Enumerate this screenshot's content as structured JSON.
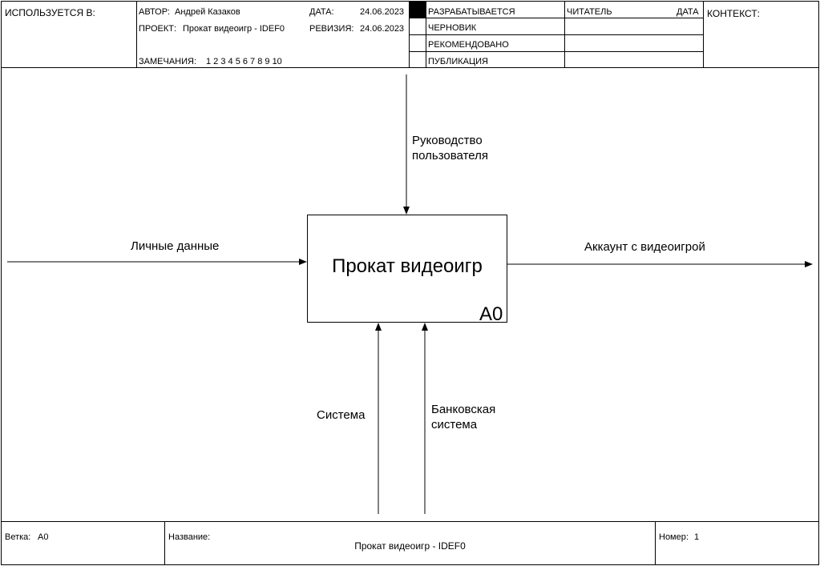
{
  "header": {
    "used_in_label": "ИСПОЛЬЗУЕТСЯ В:",
    "author_label": "АВТОР:",
    "author_value": "Андрей Казаков",
    "date_label": "ДАТА:",
    "date_value": "24.06.2023",
    "project_label": "ПРОЕКТ:",
    "project_value": "Прокат видеоигр - IDEF0",
    "revision_label": "РЕВИЗИЯ:",
    "revision_value": "24.06.2023",
    "notes_label": "ЗАМЕЧАНИЯ:",
    "notes_value": "1 2 3 4 5 6 7 8 9 10",
    "status": [
      "РАЗРАБАТЫВАЕТСЯ",
      "ЧЕРНОВИК",
      "РЕКОМЕНДОВАНО",
      "ПУБЛИКАЦИЯ"
    ],
    "active_status_index": 0,
    "reader_label": "ЧИТАТЕЛЬ",
    "reader_date_label": "ДАТА",
    "context_label": "КОНТЕКСТ:"
  },
  "diagram": {
    "activity": {
      "name": "Прокат видеоигр",
      "node_id": "A0"
    },
    "input": {
      "label": "Личные данные"
    },
    "output": {
      "label": "Аккаунт с видеоигрой"
    },
    "control": {
      "label_lines": [
        "Руководство",
        "пользователя"
      ]
    },
    "mechanisms": [
      {
        "label_lines": [
          "Система"
        ]
      },
      {
        "label_lines": [
          "Банковская",
          "система"
        ]
      }
    ]
  },
  "footer": {
    "node_label": "Ветка:",
    "node_value": "A0",
    "title_label": "Название:",
    "title_value": "Прокат видеоигр - IDEF0",
    "number_label": "Номер:",
    "number_value": "1"
  }
}
